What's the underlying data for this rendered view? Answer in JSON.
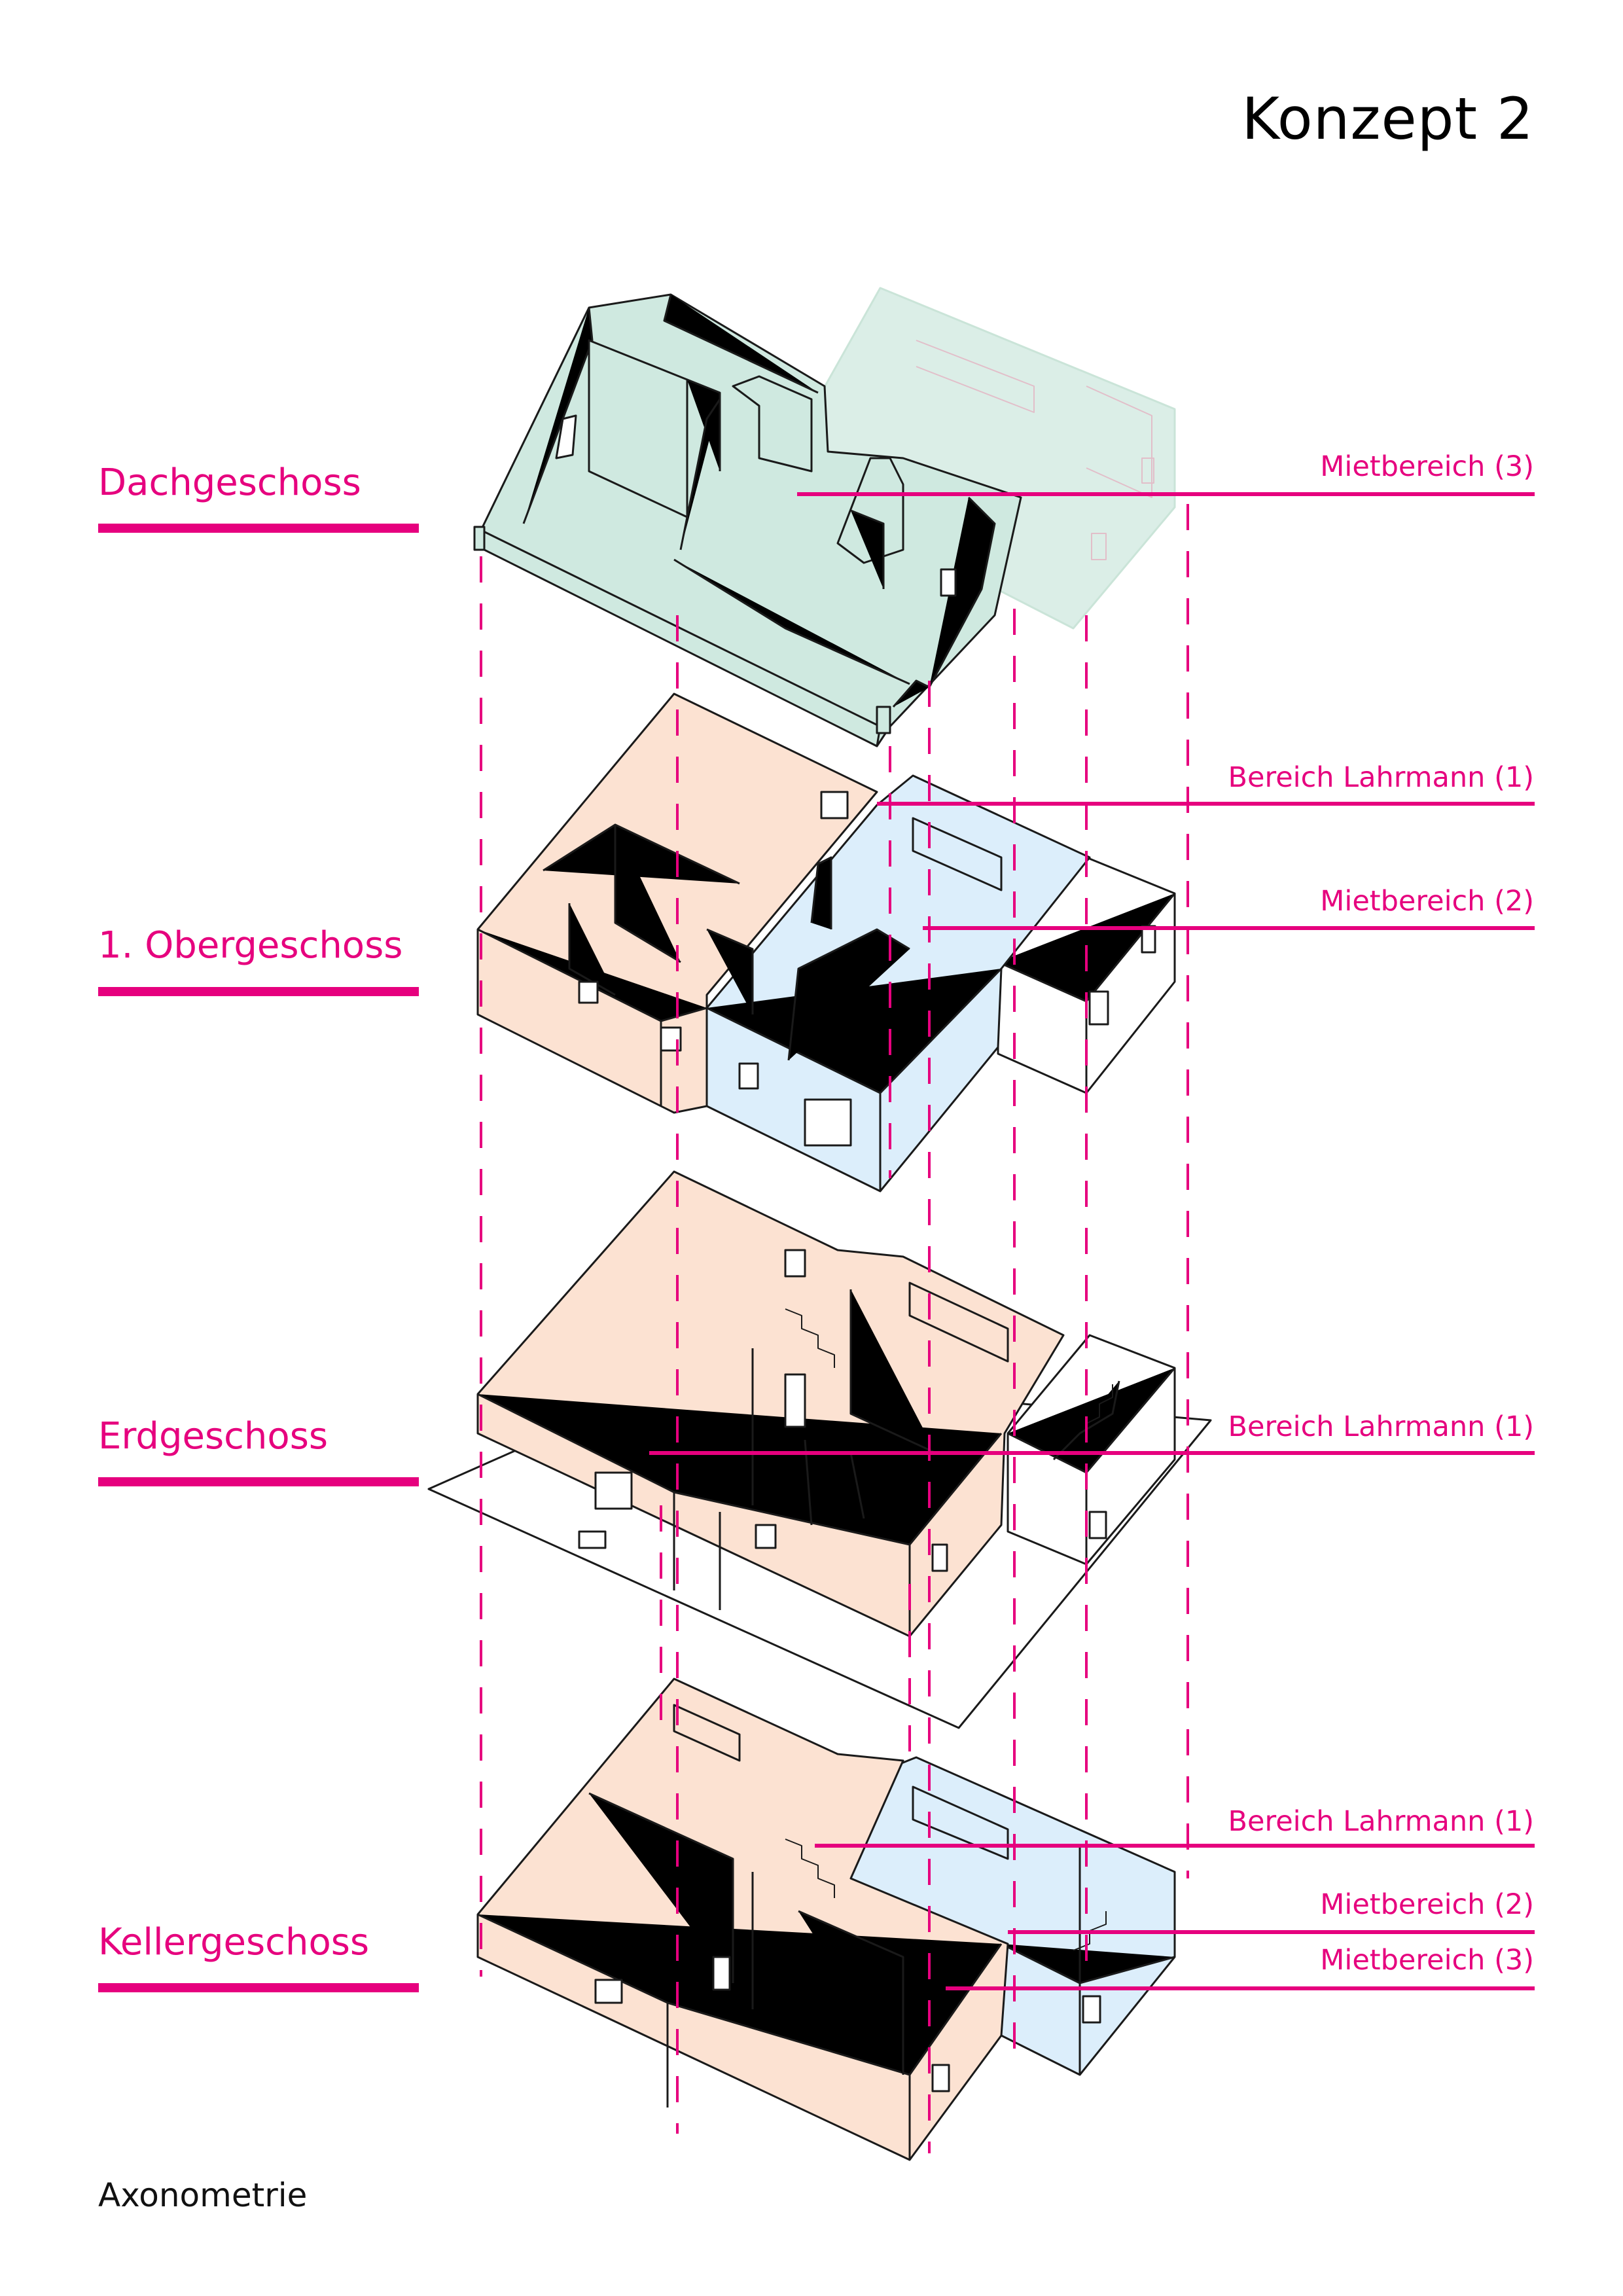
{
  "title": "Konzept 2",
  "caption": "Axonometrie",
  "floors": [
    {
      "id": "dach",
      "label": "Dachgeschoss"
    },
    {
      "id": "og1",
      "label": "1. Obergeschoss"
    },
    {
      "id": "eg",
      "label": "Erdgeschoss"
    },
    {
      "id": "kg",
      "label": "Kellergeschoss"
    }
  ],
  "areas": [
    {
      "label": "Mietbereich (3)"
    },
    {
      "label": "Bereich Lahrmann (1)"
    },
    {
      "label": "Mietbereich (2)"
    },
    {
      "label": "Bereich Lahrmann (1)"
    },
    {
      "label": "Bereich Lahrmann (1)"
    },
    {
      "label": "Mietbereich (2)"
    },
    {
      "label": "Mietbereich (3)"
    }
  ],
  "colors": {
    "accent": "#e6007e",
    "lahrmann": "#fce2d2",
    "miet2": "#dceefb",
    "miet3": "#cfe9e0",
    "line": "#1a1a1a"
  }
}
